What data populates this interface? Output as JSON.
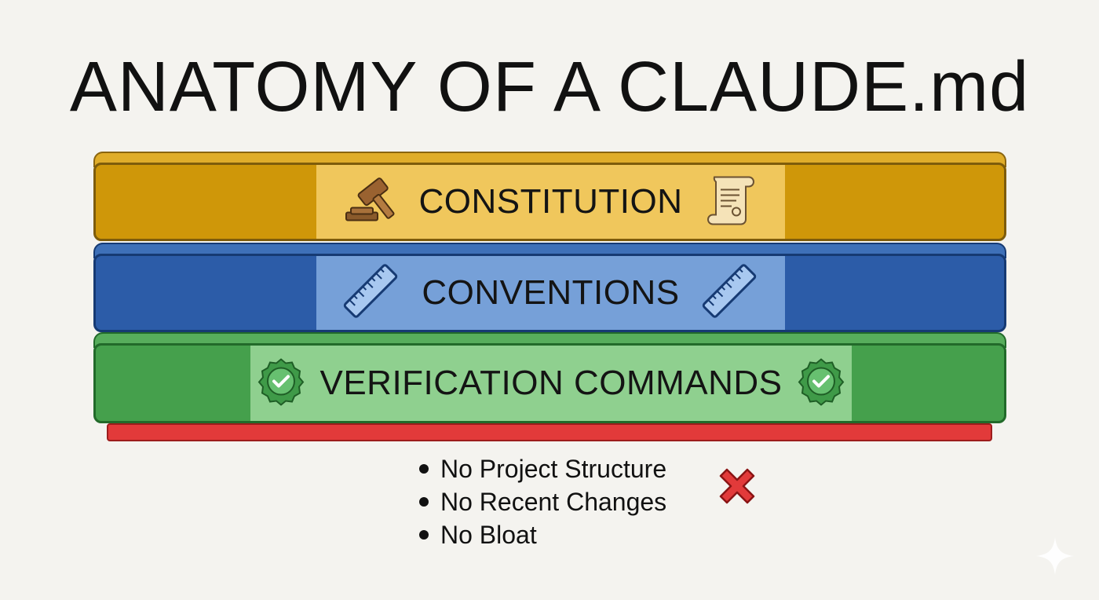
{
  "title": "ANATOMY OF A CLAUDE.md",
  "layers": [
    {
      "label": "CONSTITUTION",
      "icons": [
        "gavel-icon",
        "scroll-icon"
      ],
      "color": "#cf9709",
      "band_color": "#f0c75c"
    },
    {
      "label": "CONVENTIONS",
      "icons": [
        "ruler-icon",
        "ruler-icon"
      ],
      "color": "#2c5ca8",
      "band_color": "#76a0d8"
    },
    {
      "label": "VERIFICATION COMMANDS",
      "icons": [
        "check-badge-icon",
        "check-badge-icon"
      ],
      "color": "#45a04c",
      "band_color": "#8fd08f"
    }
  ],
  "exclusions": {
    "items": [
      "No Project Structure",
      "No Recent Changes",
      "No Bloat"
    ],
    "icon": "red-x-icon",
    "color": "#e23a3a"
  }
}
